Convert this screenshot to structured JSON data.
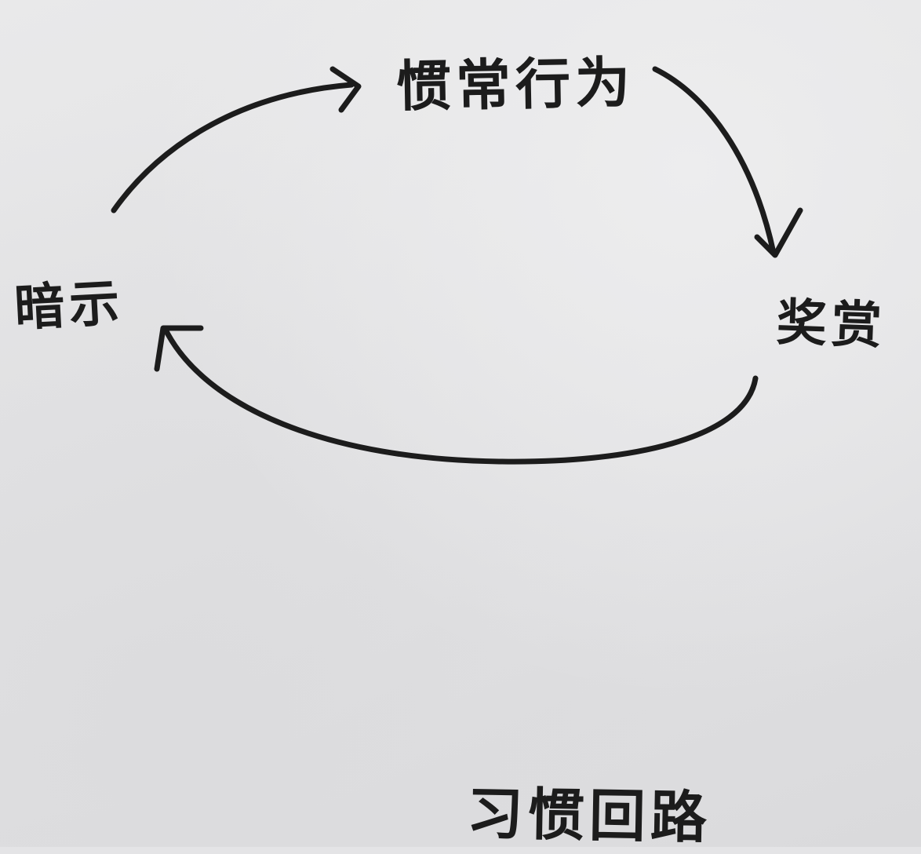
{
  "diagram": {
    "title": "习惯回路",
    "nodes": {
      "top": "惯常行为",
      "left": "暗示",
      "right": "奖赏"
    },
    "edges": [
      {
        "from": "暗示",
        "to": "惯常行为"
      },
      {
        "from": "惯常行为",
        "to": "奖赏"
      },
      {
        "from": "奖赏",
        "to": "暗示"
      }
    ],
    "colors": {
      "ink": "#1c1c1c",
      "paper": "#e4e4e6"
    }
  }
}
